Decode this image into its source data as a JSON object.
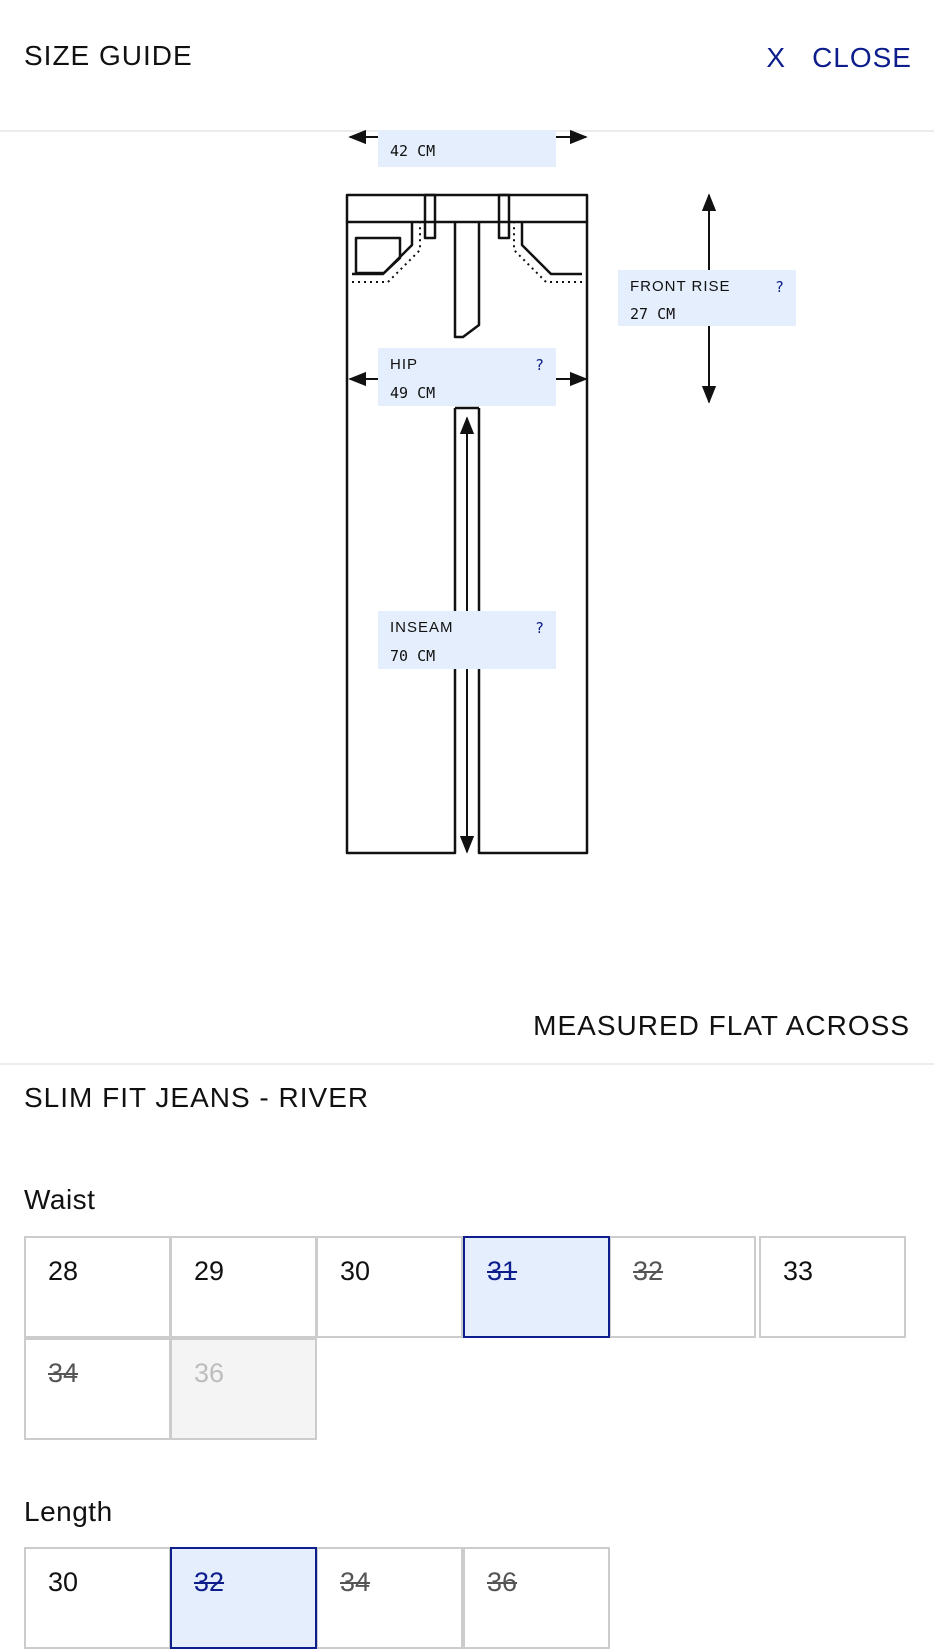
{
  "header": {
    "title": "SIZE GUIDE",
    "close_x": "X",
    "close_label": "CLOSE"
  },
  "diagram": {
    "waist": {
      "value": "42 CM"
    },
    "front_rise": {
      "label": "FRONT RISE",
      "help": "?",
      "value": "27 CM"
    },
    "hip": {
      "label": "HIP",
      "help": "?",
      "value": "49 CM"
    },
    "inseam": {
      "label": "INSEAM",
      "help": "?",
      "value": "70 CM"
    }
  },
  "measured_note": "MEASURED FLAT ACROSS",
  "product_name": "SLIM FIT JEANS - RIVER",
  "waist": {
    "label": "Waist",
    "options": [
      {
        "size": "28",
        "state": "available"
      },
      {
        "size": "29",
        "state": "available"
      },
      {
        "size": "30",
        "state": "available"
      },
      {
        "size": "31",
        "state": "selected-unavailable"
      },
      {
        "size": "32",
        "state": "unavailable"
      },
      {
        "size": "33",
        "state": "available"
      },
      {
        "size": "34",
        "state": "unavailable"
      },
      {
        "size": "36",
        "state": "disabled"
      }
    ]
  },
  "length": {
    "label": "Length",
    "options": [
      {
        "size": "30",
        "state": "available"
      },
      {
        "size": "32",
        "state": "selected-unavailable"
      },
      {
        "size": "34",
        "state": "unavailable"
      },
      {
        "size": "36",
        "state": "unavailable"
      }
    ]
  },
  "colors": {
    "accent": "#0d1e8c",
    "highlight": "#e4eefc",
    "border": "#cccccc",
    "disabled_bg": "#f4f4f4"
  }
}
